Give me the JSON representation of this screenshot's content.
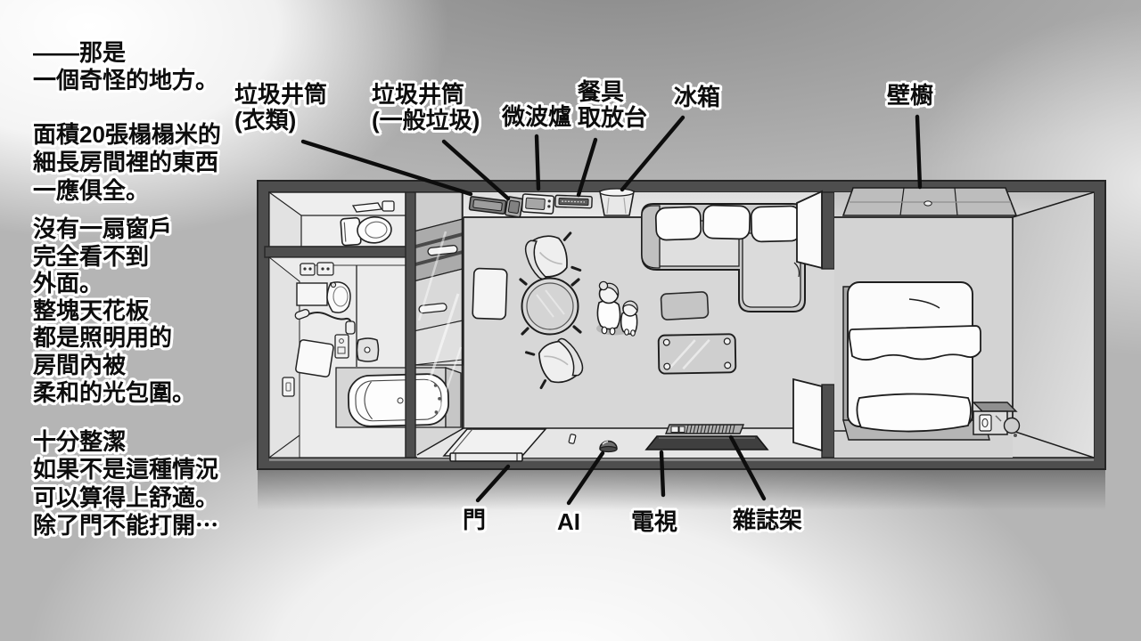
{
  "page": {
    "kind": "manga floor-plan page",
    "language": "zh-TW"
  },
  "narration": {
    "paragraphs": [
      {
        "lines": [
          "——那是",
          "一個奇怪的地方。"
        ]
      },
      {
        "lines": [
          "面積20張榻榻米的",
          "細長房間裡的東西",
          "一應俱全。"
        ]
      },
      {
        "lines": [
          "沒有一扇窗戶",
          "完全看不到",
          "外面。",
          "整塊天花板",
          "都是照明用的",
          "房間內被",
          "柔和的光包圍。"
        ]
      },
      {
        "lines": [
          "十分整潔",
          "如果不是這種情況",
          "可以算得上舒適。",
          "除了門不能打開⋯"
        ]
      }
    ]
  },
  "labels": {
    "chute_clothes": {
      "line1": "垃圾井筒",
      "line2": "(衣類)"
    },
    "chute_general": {
      "line1": "垃圾井筒",
      "line2": "(一般垃圾)"
    },
    "microwave": {
      "text": "微波爐"
    },
    "dish_counter": {
      "line1": "餐具",
      "line2": "取放台"
    },
    "fridge": {
      "text": "冰箱"
    },
    "closet": {
      "text": "壁櫥"
    },
    "door": {
      "text": "門"
    },
    "ai": {
      "text": "AI"
    },
    "tv": {
      "text": "電視"
    },
    "magazine_rack": {
      "text": "雜誌架"
    }
  },
  "floorplan": {
    "rooms": [
      "toilet",
      "bathroom",
      "living-dining",
      "bedroom"
    ],
    "objects": [
      "garbage-chute-clothes",
      "garbage-chute-general",
      "microwave",
      "dish-counter",
      "fridge-bin",
      "sofa",
      "cushions",
      "round-table",
      "chairs",
      "floor-mat",
      "rug",
      "glass-table",
      "mother-and-child",
      "tv-panel",
      "magazine-rack",
      "ai-robot",
      "entrance-door",
      "closet",
      "bed",
      "bedside-device",
      "toilet",
      "wash-basin",
      "mirror",
      "shower",
      "bath-mat",
      "bathtub",
      "storage-cabinet"
    ]
  },
  "colors": {
    "wall": "#4e4e4e",
    "wall_edge": "#262626",
    "floor_living": "#d7d7d7",
    "floor_bath": "#ececec",
    "counter_face": "#e3e3e3",
    "bedroom_wall_face": "#c9c9c9",
    "furniture_white": "#fafafa",
    "sofa_gray": "#d2d2d2",
    "tv_dark": "#404040",
    "ink": "#111111",
    "background_gray": "#b7b7b7"
  }
}
